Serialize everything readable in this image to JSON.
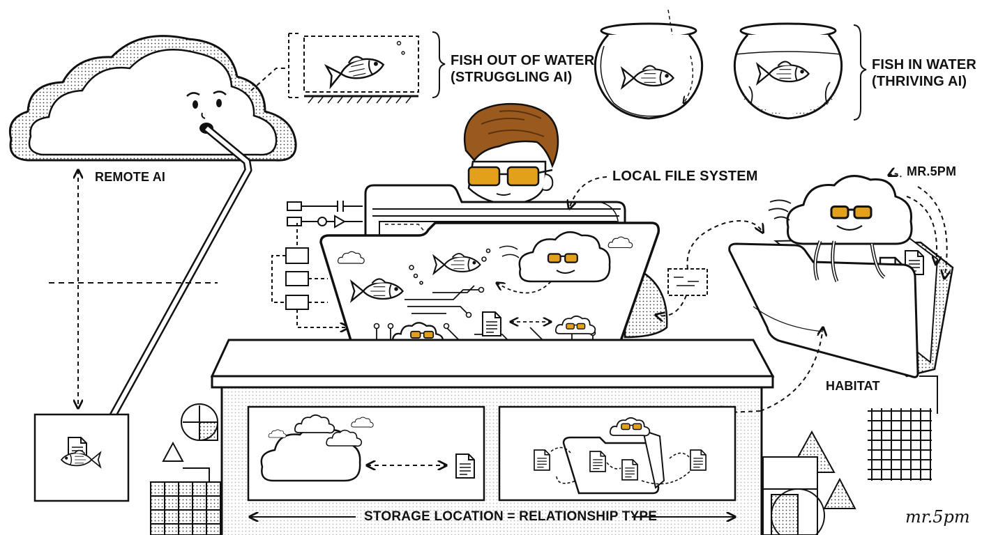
{
  "labels": {
    "fish_out_line1": "FISH OUT OF WATER",
    "fish_out_line2": "(STRUGGLING AI)",
    "fish_in_line1": "FISH IN WATER",
    "fish_in_line2": "(THRIVING AI)",
    "remote_ai": "REMOTE AI",
    "local_file_system": "LOCAL FILE SYSTEM",
    "mr5pm": "MR.5PM",
    "habitat": "HABITAT",
    "storage_location": "STORAGE LOCATION = RELATIONSHIP TYPE"
  },
  "signature": "mr.5pm",
  "colors": {
    "ink": "#111111",
    "hair": "#9a5a1e",
    "lens": "#e3a11b",
    "paper": "#ffffff"
  }
}
